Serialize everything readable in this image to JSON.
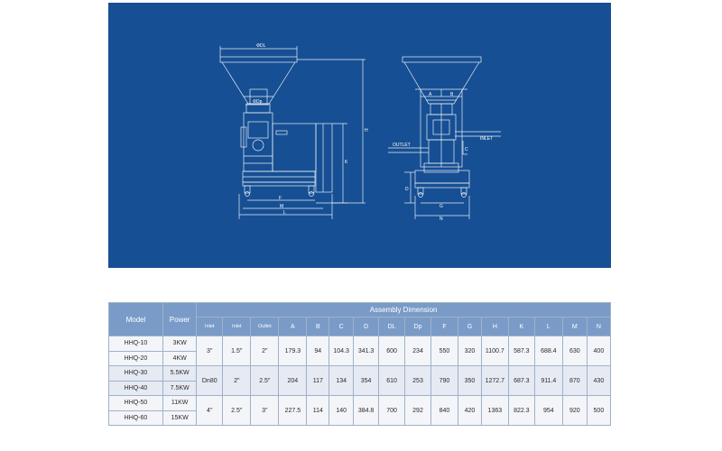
{
  "drawing": {
    "left_view_labels": {
      "diameter": "ΦDL",
      "dp": "ΦDp",
      "height": "H",
      "k": "K",
      "f": "F",
      "m": "M",
      "l": "L"
    },
    "right_view_labels": {
      "a": "A",
      "b": "B",
      "outlet": "OUTLET",
      "inlet": "INLET",
      "c": "C",
      "d": "D",
      "g": "G",
      "n": "N"
    }
  },
  "table": {
    "header_model": "Model",
    "header_power": "Power",
    "header_assembly": "Assembly Dimension",
    "sub_headers": [
      "Inlet",
      "Inlet",
      "Outlet",
      "A",
      "B",
      "C",
      "D",
      "DL",
      "Dp",
      "F",
      "G",
      "H",
      "K",
      "L",
      "M",
      "N"
    ],
    "models": [
      "HHQ-10",
      "HHQ-20",
      "HHQ-30",
      "HHQ-40",
      "HHQ-50",
      "HHQ-60"
    ],
    "powers": [
      "3KW",
      "4KW",
      "5.5KW",
      "7.5KW",
      "11KW",
      "15KW"
    ],
    "groups": [
      [
        "3\"",
        "1.5\"",
        "2\"",
        "179.3",
        "94",
        "104.3",
        "341.3",
        "600",
        "234",
        "550",
        "320",
        "1100.7",
        "587.3",
        "688.4",
        "630",
        "400"
      ],
      [
        "Dn80",
        "2\"",
        "2.5\"",
        "204",
        "117",
        "134",
        "354",
        "610",
        "253",
        "790",
        "350",
        "1272.7",
        "687.3",
        "911.4",
        "870",
        "430"
      ],
      [
        "4\"",
        "2.5\"",
        "3\"",
        "227.5",
        "114",
        "140",
        "384.8",
        "700",
        "292",
        "840",
        "420",
        "1363",
        "822.3",
        "954",
        "920",
        "500"
      ]
    ]
  }
}
